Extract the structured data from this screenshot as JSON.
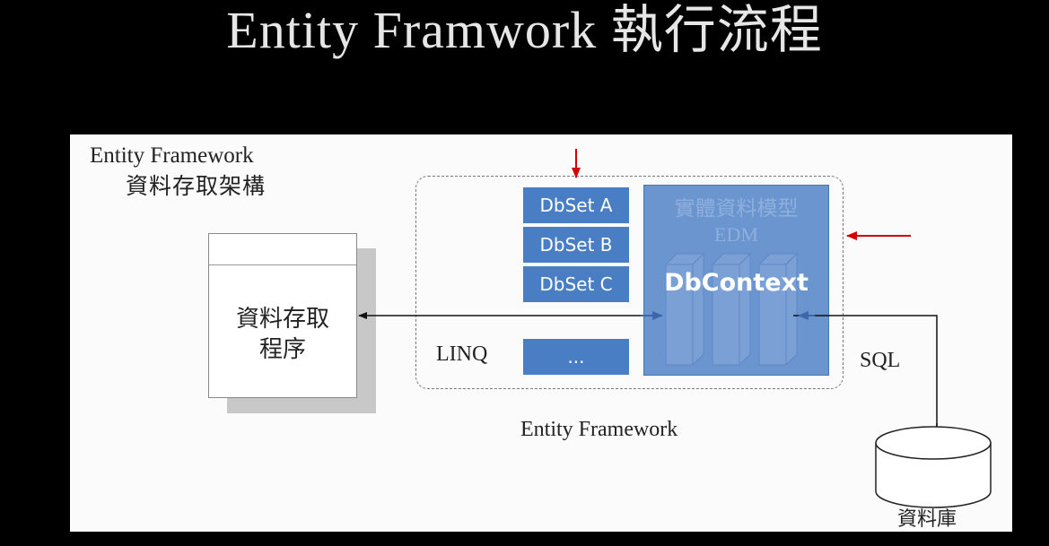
{
  "slide": {
    "title": "Entity Framwork 執行流程"
  },
  "diagram": {
    "arch_title": "Entity Framework",
    "arch_subtitle": "資料存取架構",
    "app_line1": "資料存取",
    "app_line2": "程序",
    "dbsets": [
      "DbSet A",
      "DbSet B",
      "DbSet C"
    ],
    "ellipsis": "...",
    "linq_label": "LINQ",
    "edm_label": "實體資料模型",
    "edm_sublabel": "EDM",
    "dbcontext_label": "DbContext",
    "sql_label": "SQL",
    "ef_caption": "Entity Framework",
    "database_label": "資料庫"
  },
  "colors": {
    "dbset_blue": "#4a7ec4",
    "edm_blue": "#6b95cf",
    "highlight_arrow": "#d40000"
  }
}
